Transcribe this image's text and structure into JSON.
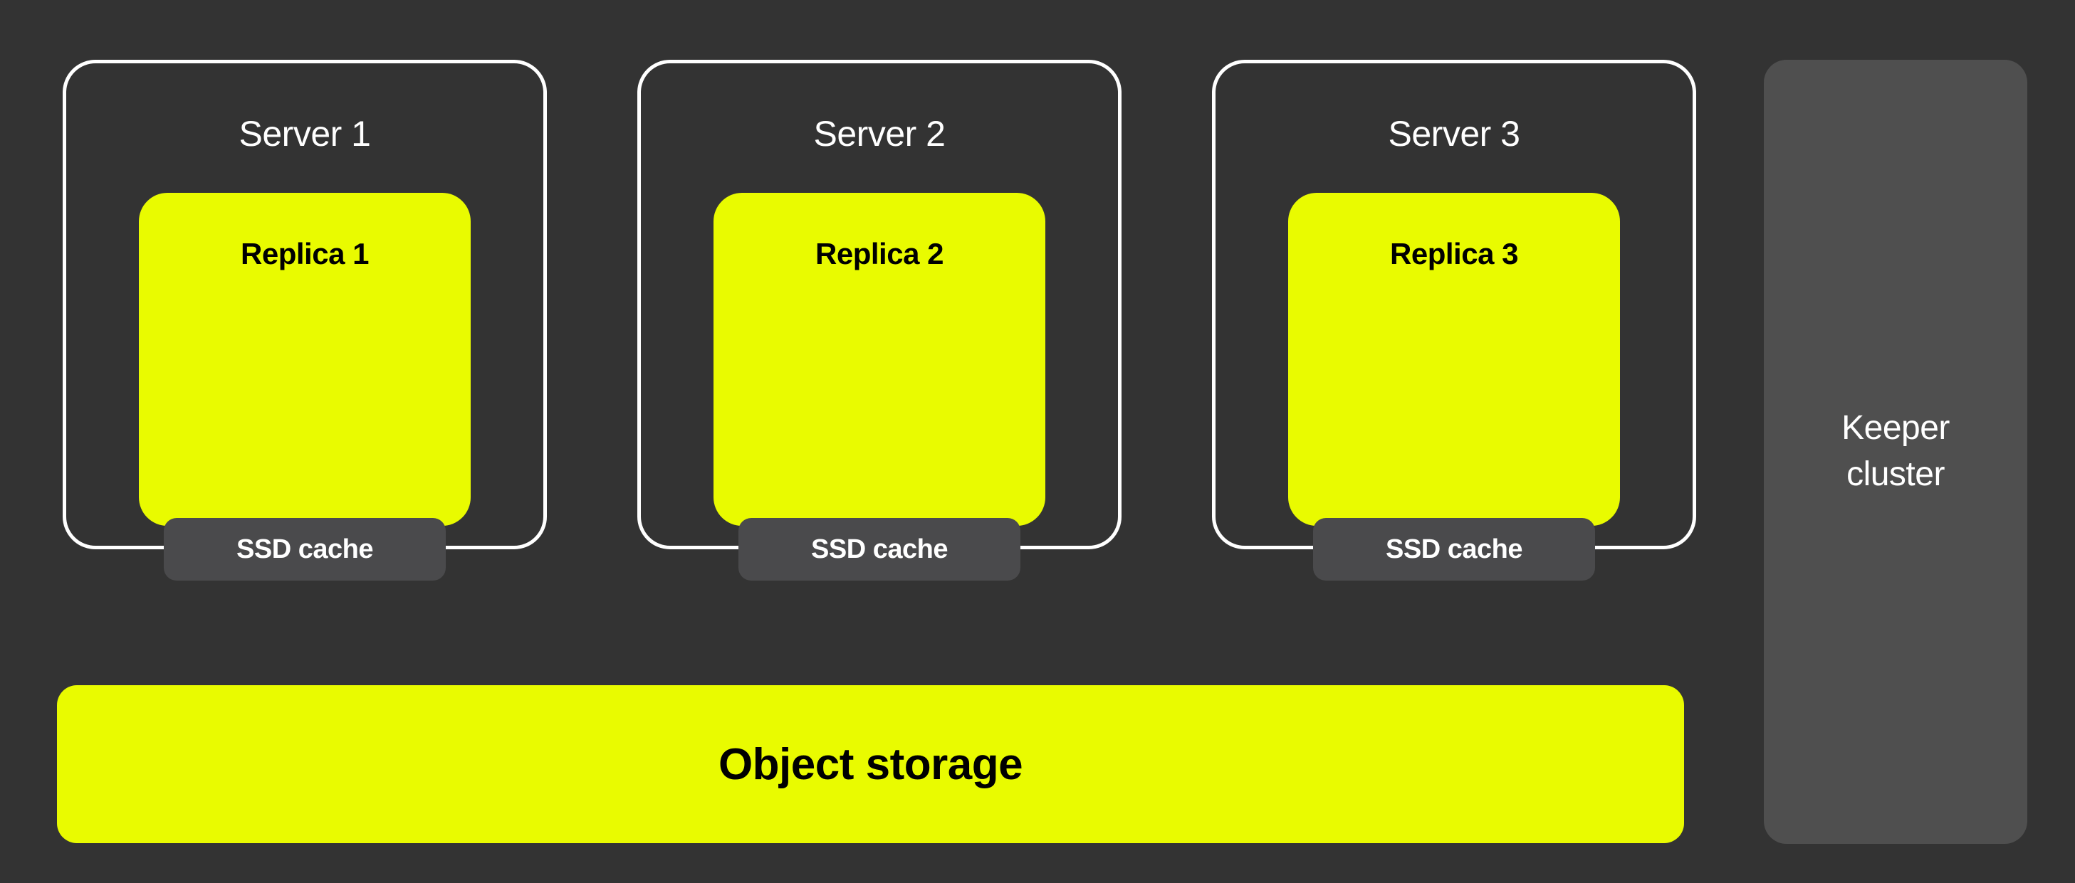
{
  "diagram": {
    "colors": {
      "background": "#333333",
      "accent_yellow": "#e9fb00",
      "keeper_gray": "#4f4f4f",
      "cache_gray": "#4a4a4c",
      "outline_white": "#ffffff",
      "text_white": "#ffffff",
      "text_black": "#000000"
    },
    "servers": [
      {
        "label": "Server 1",
        "replica_label": "Replica 1",
        "cache_label": "SSD cache"
      },
      {
        "label": "Server 2",
        "replica_label": "Replica 2",
        "cache_label": "SSD cache"
      },
      {
        "label": "Server 3",
        "replica_label": "Replica 3",
        "cache_label": "SSD cache"
      }
    ],
    "keeper_cluster": {
      "label": "Keeper cluster"
    },
    "object_storage": {
      "label": "Object storage"
    }
  }
}
